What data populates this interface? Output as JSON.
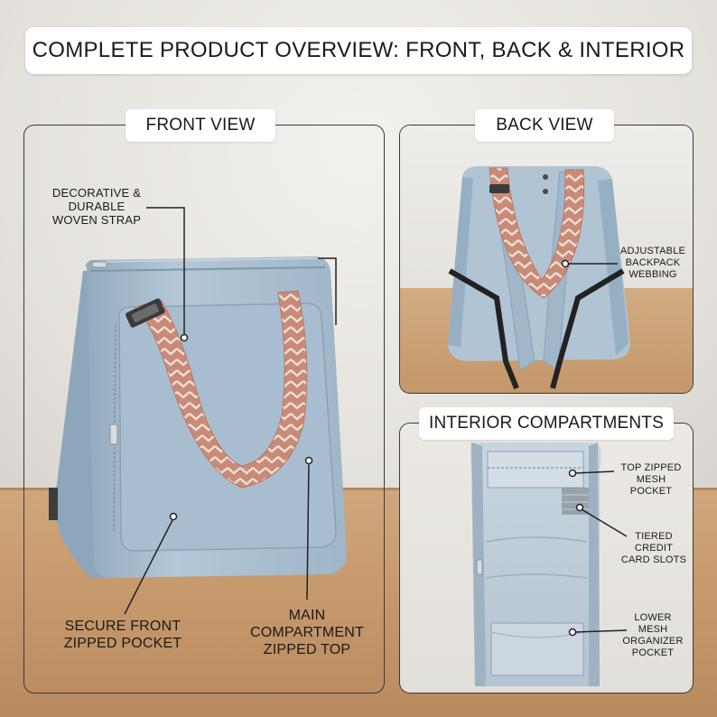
{
  "title": "COMPLETE PRODUCT OVERVIEW: FRONT, BACK & INTERIOR",
  "sections": {
    "front": "FRONT VIEW",
    "back": "BACK VIEW",
    "interior": "INTERIOR COMPARTMENTS"
  },
  "callouts": {
    "strap": [
      "DECORATIVE &",
      "DURABLE",
      "WOVEN STRAP"
    ],
    "front_pocket": [
      "SECURE FRONT",
      "ZIPPED POCKET"
    ],
    "main_compartment": [
      "MAIN",
      "COMPARTMENT",
      "ZIPPED TOP"
    ],
    "webbing": [
      "ADJUSTABLE",
      "BACKPACK",
      "WEBBING"
    ],
    "mesh_pocket": [
      "TOP ZIPPED",
      "MESH",
      "POCKET"
    ],
    "card_slots": [
      "TIERED",
      "CREDIT",
      "CARD SLOTS"
    ],
    "organizer": [
      "LOWER",
      "MESH",
      "ORGANIZER",
      "POCKET"
    ]
  },
  "colors": {
    "bag": "#a9bfd1",
    "bag_shadow": "#8fa8bd",
    "strap": "#c98b78",
    "strap_pattern": "#f1e3dc",
    "table": "#c89b6e"
  }
}
